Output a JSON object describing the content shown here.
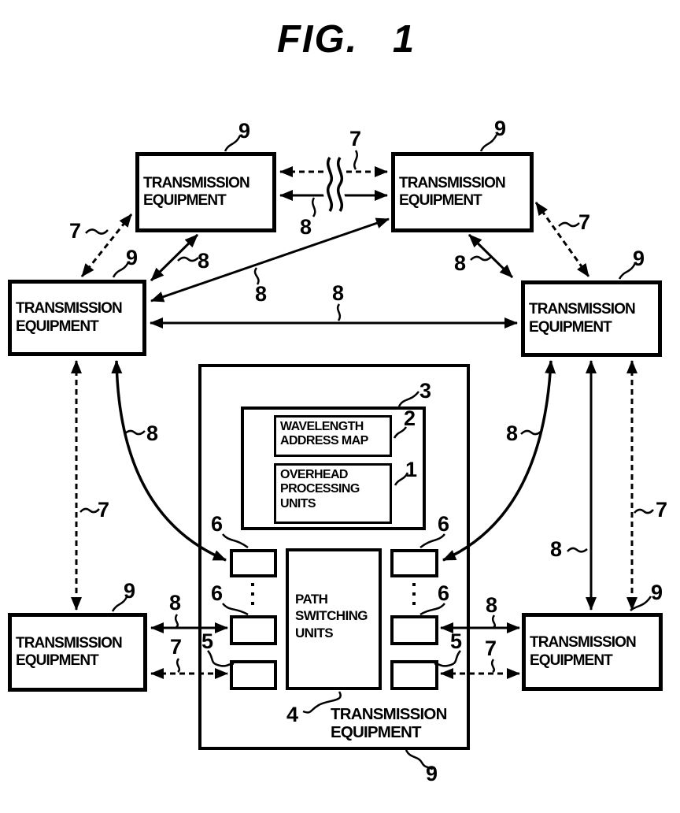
{
  "figure_title": "FIG. 1",
  "box_labels": {
    "transmission_equipment": [
      "TRANSMISSION",
      "EQUIPMENT"
    ],
    "wavelength_address_map": [
      "WAVELENGTH",
      "ADDRESS MAP"
    ],
    "overhead_processing_units": [
      "OVERHEAD",
      "PROCESSING",
      "UNITS"
    ],
    "path_switching_units": [
      "PATH",
      "SWITCHING",
      "UNITS"
    ]
  },
  "refs": {
    "n1": "1",
    "n2": "2",
    "n3": "3",
    "n4": "4",
    "n5": "5",
    "n6": "6",
    "n7": "7",
    "n8": "8",
    "n9": "9"
  }
}
